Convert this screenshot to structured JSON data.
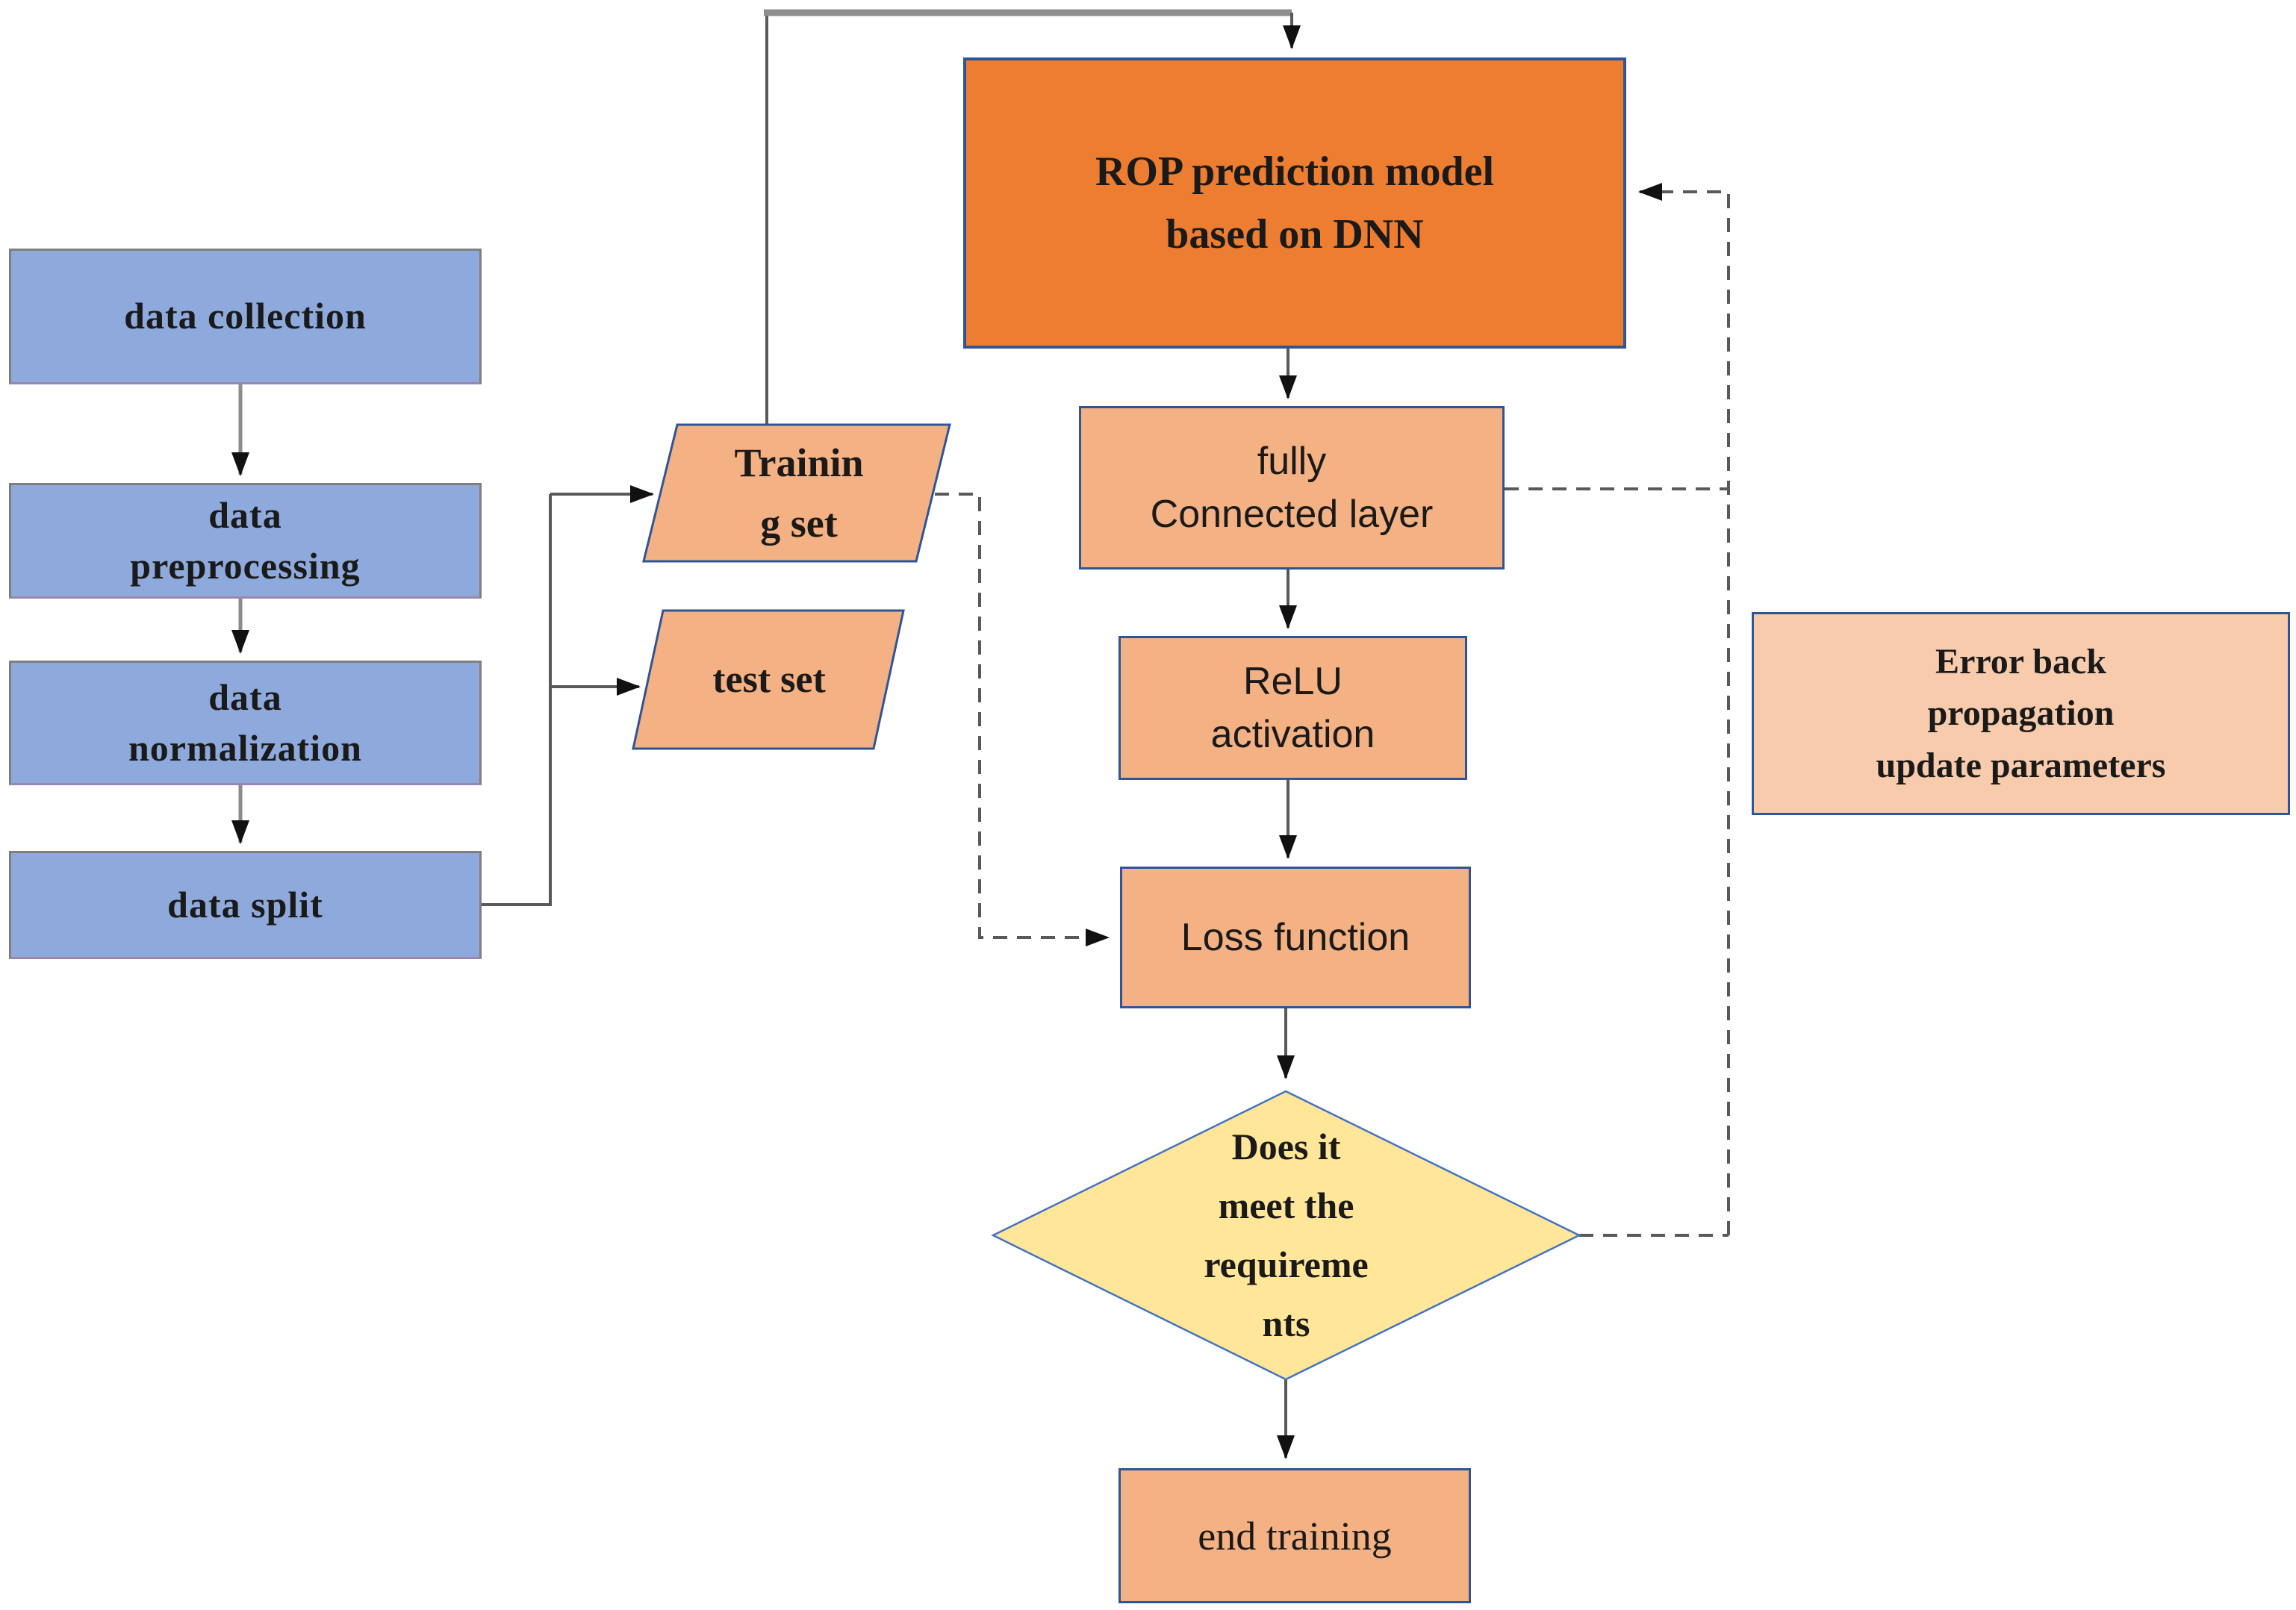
{
  "figure_type": "flowchart",
  "nodes": {
    "data_collection": {
      "label": "data collection",
      "shape": "rectangle"
    },
    "data_preprocessing": {
      "label": "data\npreprocessing",
      "shape": "rectangle"
    },
    "data_normalization": {
      "label": "data\nnormalization",
      "shape": "rectangle"
    },
    "data_split": {
      "label": "data split",
      "shape": "rectangle"
    },
    "training_set": {
      "label": "Trainin\ng set",
      "shape": "parallelogram"
    },
    "test_set": {
      "label": "test set",
      "shape": "parallelogram"
    },
    "rop_model": {
      "label": "ROP prediction model\nbased on DNN",
      "shape": "rectangle"
    },
    "fully_connected": {
      "label": "fully\nConnected layer",
      "shape": "rectangle"
    },
    "relu": {
      "label": "ReLU\nactivation",
      "shape": "rectangle"
    },
    "loss": {
      "label": "Loss function",
      "shape": "rectangle"
    },
    "decision": {
      "label": "Does it\nmeet the\nrequireme\nnts",
      "shape": "diamond"
    },
    "end_training": {
      "label": "end training",
      "shape": "rectangle"
    },
    "error_backprop": {
      "label": "Error back\npropagation\nupdate parameters",
      "shape": "rectangle"
    }
  },
  "edges": [
    {
      "from": "data_collection",
      "to": "data_preprocessing",
      "style": "solid"
    },
    {
      "from": "data_preprocessing",
      "to": "data_normalization",
      "style": "solid"
    },
    {
      "from": "data_normalization",
      "to": "data_split",
      "style": "solid"
    },
    {
      "from": "data_split",
      "to": "training_set",
      "style": "solid"
    },
    {
      "from": "data_split",
      "to": "test_set",
      "style": "solid"
    },
    {
      "from": "training_set",
      "to": "rop_model",
      "style": "solid"
    },
    {
      "from": "rop_model",
      "to": "fully_connected",
      "style": "solid"
    },
    {
      "from": "fully_connected",
      "to": "relu",
      "style": "solid"
    },
    {
      "from": "relu",
      "to": "loss",
      "style": "solid"
    },
    {
      "from": "loss",
      "to": "decision",
      "style": "solid"
    },
    {
      "from": "decision",
      "to": "end_training",
      "style": "solid"
    },
    {
      "from": "training_set",
      "to": "loss",
      "style": "dashed"
    },
    {
      "from": "fully_connected",
      "to": "feedback_line",
      "style": "dashed"
    },
    {
      "from": "decision",
      "to": "rop_model",
      "style": "dashed"
    }
  ],
  "colors": {
    "background": "#FFFFFF",
    "left-box-fill": "#8EA9DB",
    "left-box-border": "#7F7F7F",
    "process-fill": "#F4B183",
    "process-border": "#2F5597",
    "model-fill": "#ED7D31",
    "decision-fill": "#FFE699",
    "decision-border": "#4472C4",
    "error-fill": "#F8CBAD",
    "solid-line": "#595959",
    "solid-line-left": "#8C8C8C",
    "solid-line-thick": "#8F8F8F",
    "dashed-line": "#595959",
    "arrowhead": "#111111",
    "text": "#1A1A1A"
  }
}
